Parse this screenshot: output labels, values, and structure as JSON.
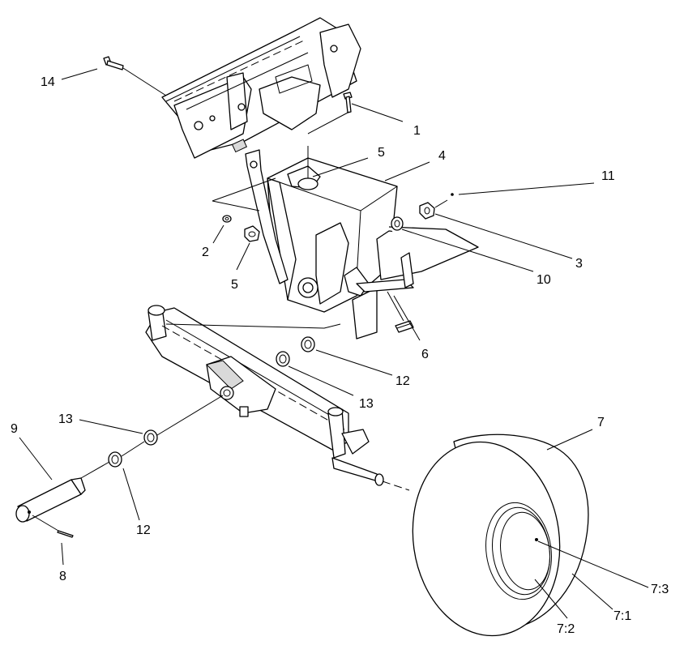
{
  "callouts": {
    "c1": "1",
    "c2": "2",
    "c3": "3",
    "c4": "4",
    "c5a": "5",
    "c5b": "5",
    "c6": "6",
    "c7": "7",
    "c7_1": "7:1",
    "c7_2": "7:2",
    "c7_3": "7:3",
    "c8": "8",
    "c9": "9",
    "c10": "10",
    "c11": "11",
    "c12a": "12",
    "c12b": "12",
    "c13a": "13",
    "c13b": "13",
    "c14": "14"
  }
}
